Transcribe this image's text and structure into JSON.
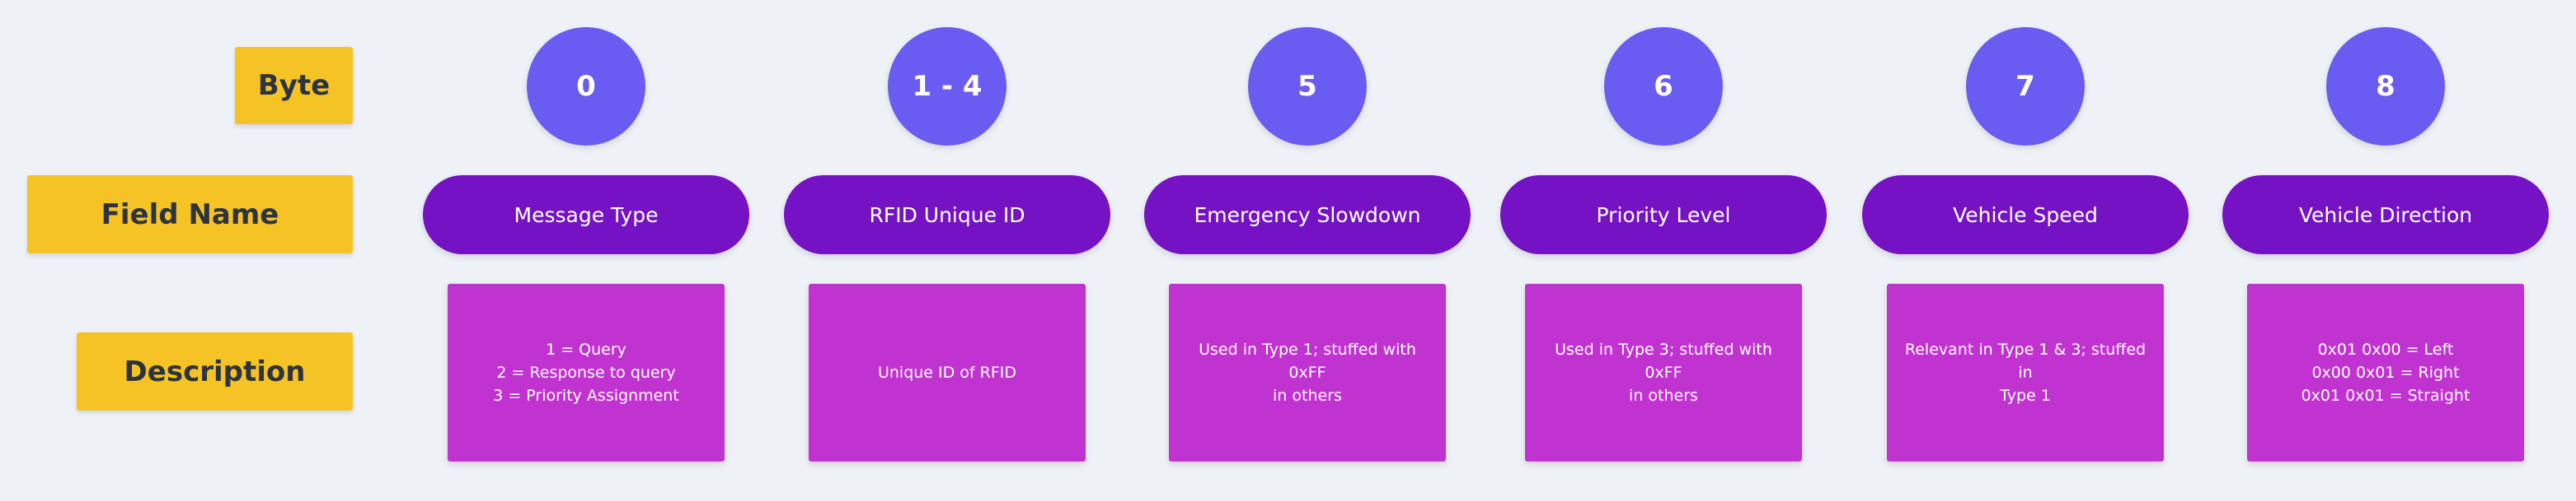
{
  "row_labels": {
    "byte": "Byte",
    "field_name": "Field Name",
    "description": "Description"
  },
  "columns": [
    {
      "byte": "0",
      "field": "Message Type",
      "description": "1 = Query\n2 = Response to query\n3 = Priority Assignment"
    },
    {
      "byte": "1 - 4",
      "field": "RFID Unique ID",
      "description": "Unique ID of RFID"
    },
    {
      "byte": "5",
      "field": "Emergency Slowdown",
      "description": "Used in Type 1; stuffed with 0xFF\nin others"
    },
    {
      "byte": "6",
      "field": "Priority Level",
      "description": "Used in Type 3; stuffed with 0xFF\nin others"
    },
    {
      "byte": "7",
      "field": "Vehicle Speed",
      "description": "Relevant in Type 1 & 3; stuffed in\nType 1"
    },
    {
      "byte": "8",
      "field": "Vehicle Direction",
      "description": "0x01 0x00 = Left\n0x00 0x01 = Right\n0x01 0x01 = Straight"
    }
  ],
  "colors": {
    "background": "#eef2f7",
    "label": "#f6c324",
    "byte_circle": "#6a5cf0",
    "field_pill": "#7512c4",
    "description_box": "#c133d1"
  }
}
